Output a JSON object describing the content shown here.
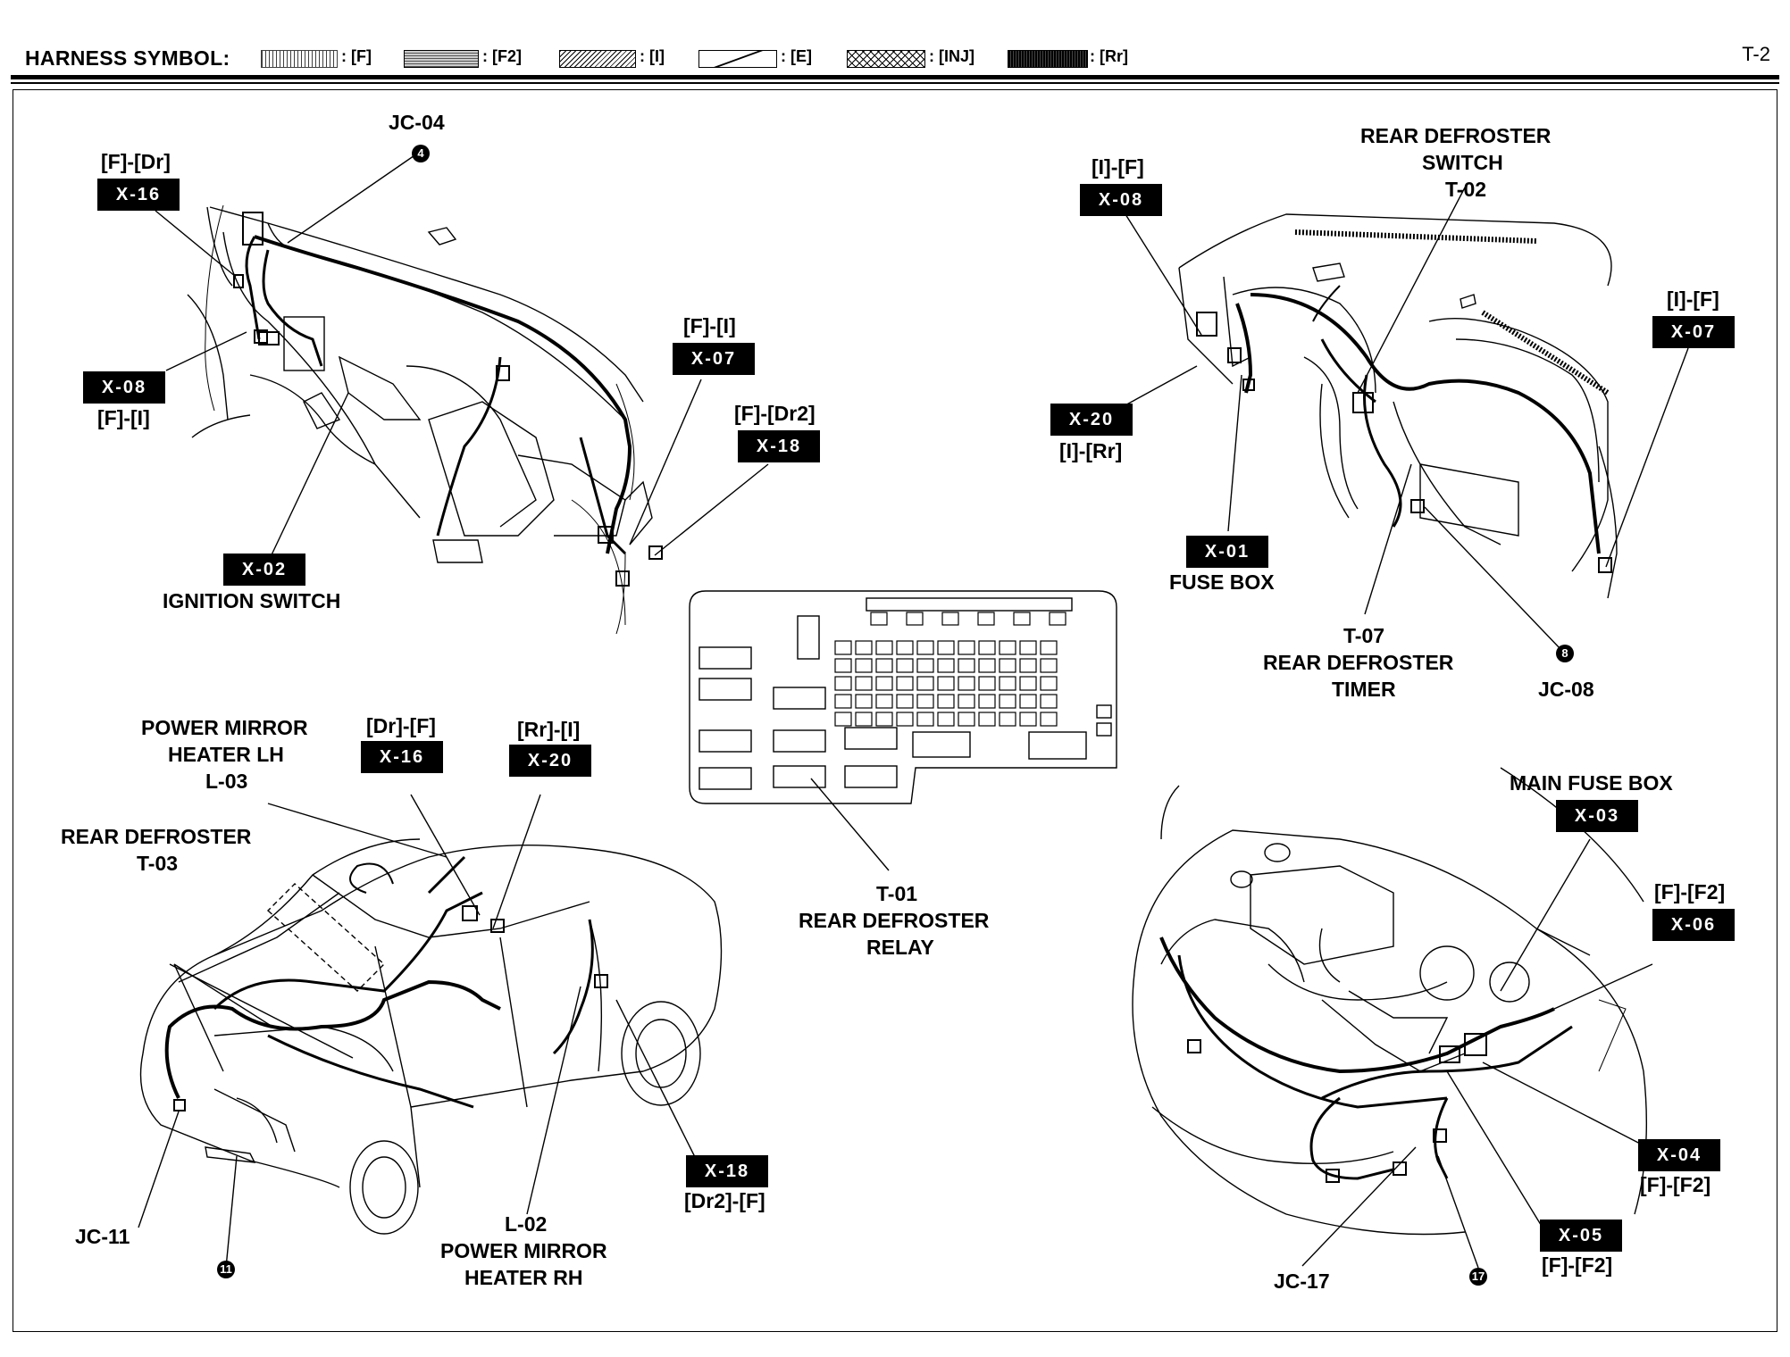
{
  "header": {
    "title": "HARNESS SYMBOL:",
    "page_id": "T-2",
    "symbols": [
      {
        "code": ": [F]"
      },
      {
        "code": ": [F2]"
      },
      {
        "code": ": [I]"
      },
      {
        "code": ": [E]"
      },
      {
        "code": ": [INJ]"
      },
      {
        "code": ": [Rr]"
      }
    ]
  },
  "connectors": {
    "x16_top": "X-16",
    "x08_left": "X-08",
    "x02": "X-02",
    "x07_mid": "X-07",
    "x18_mid": "X-18",
    "x08_right": "X-08",
    "x20_right": "X-20",
    "x01": "X-01",
    "x07_right": "X-07",
    "x16_car": "X-16",
    "x20_car": "X-20",
    "x18_car": "X-18",
    "x03": "X-03",
    "x06": "X-06",
    "x04": "X-04",
    "x05": "X-05"
  },
  "labels": {
    "f_dr": "[F]-[Dr]",
    "jc04": "JC-04",
    "f_i_left": "[F]-[I]",
    "ignition_switch": "IGNITION SWITCH",
    "f_i_mid": "[F]-[I]",
    "f_dr2": "[F]-[Dr2]",
    "i_f_right": "[I]-[F]",
    "rear_defroster_switch": "REAR DEFROSTER",
    "rear_defroster_switch_2": "SWITCH",
    "t02": "T-02",
    "i_f_far": "[I]-[F]",
    "i_rr": "[I]-[Rr]",
    "fuse_box": "FUSE BOX",
    "t07": "T-07",
    "rear_defroster_timer": "REAR DEFROSTER",
    "rear_defroster_timer_2": "TIMER",
    "jc08": "JC-08",
    "power_mirror_lh_1": "POWER MIRROR",
    "power_mirror_lh_2": "HEATER LH",
    "l03": "L-03",
    "dr_f": "[Dr]-[F]",
    "rr_i": "[Rr]-[I]",
    "rear_defroster_t03": "REAR DEFROSTER",
    "t03": "T-03",
    "t01": "T-01",
    "rear_defroster_relay": "REAR DEFROSTER",
    "relay": "RELAY",
    "jc11": "JC-11",
    "l02": "L-02",
    "power_mirror_rh_1": "POWER MIRROR",
    "power_mirror_rh_2": "HEATER RH",
    "dr2_f": "[Dr2]-[F]",
    "main_fuse_box": "MAIN FUSE BOX",
    "f_f2_top": "[F]-[F2]",
    "f_f2_x04": "[F]-[F2]",
    "f_f2_x05": "[F]-[F2]",
    "jc17": "JC-17"
  },
  "junctions": {
    "jc04": "4",
    "jc08": "8",
    "jc11": "11",
    "jc17": "17"
  }
}
